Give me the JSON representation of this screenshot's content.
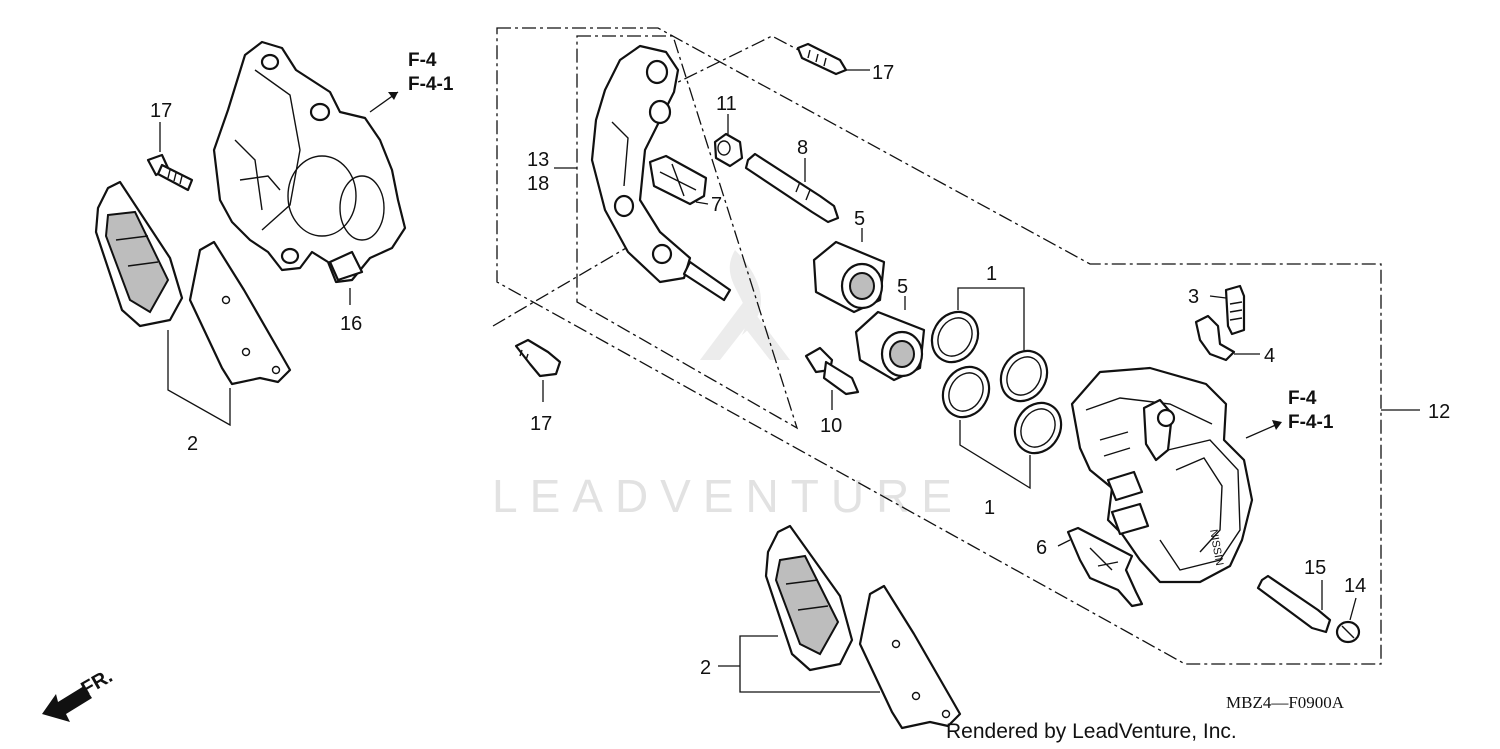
{
  "callouts": {
    "c17_left": "17",
    "c17_top": "17",
    "c17_mid": "17",
    "c16": "16",
    "c2_left": "2",
    "c2_bottom": "2",
    "c13": "13",
    "c18": "18",
    "c7": "7",
    "c11": "11",
    "c8": "8",
    "c5_a": "5",
    "c5_b": "5",
    "c10": "10",
    "c1_a": "1",
    "c1_b": "1",
    "c3": "3",
    "c4": "4",
    "c12": "12",
    "c6": "6",
    "c15": "15",
    "c14": "14"
  },
  "references": {
    "left_line1": "F-4",
    "left_line2": "F-4-1",
    "right_line1": "F-4",
    "right_line2": "F-4-1"
  },
  "direction_label": "FR.",
  "diagram_code": "MBZ4—F0900A",
  "credit": "Rendered by LeadVenture, Inc.",
  "watermark": "LEADVENTURE",
  "stamp_text": "NISSIN"
}
